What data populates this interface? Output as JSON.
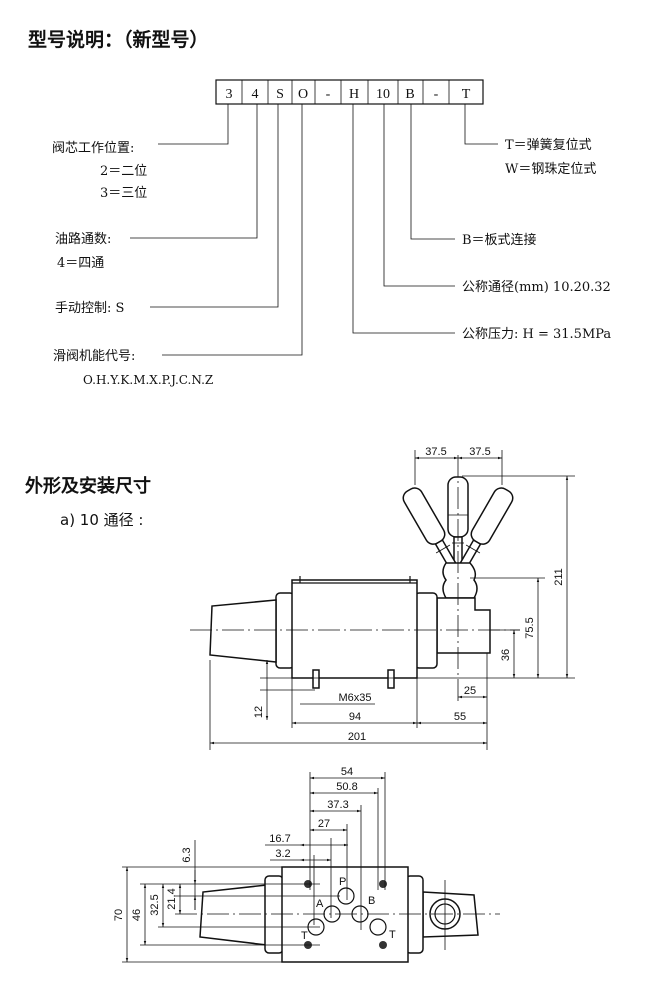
{
  "title": "型号说明：（新型号）",
  "model_code": [
    "3",
    "4",
    "S",
    "O",
    "-",
    "H",
    "10",
    "B",
    "-",
    "T"
  ],
  "legend_left": {
    "positions_label": "阀芯工作位置:",
    "positions_2": "2＝二位",
    "positions_3": "3＝三位",
    "ways_label": "油路通数:",
    "ways_4": "4＝四通",
    "control_label": "手动控制:  S",
    "spool_label": "滑阀机能代号:",
    "spool_values": "O.H.Y.K.M.X.P.J.C.N.Z"
  },
  "legend_right": {
    "return_T": "T＝弹簧复位式",
    "return_W": "W＝钢珠定位式",
    "mount_B": "B＝板式连接",
    "nominal_size": "公称通径(mm)   10.20.32",
    "nominal_pressure": "公称压力:  H = 31.5MPa"
  },
  "section_title": "外形及安装尺寸",
  "subsection_title": "a) 10 通径 :",
  "side_view_dims": {
    "handle_left": "37.5",
    "handle_right": "37.5",
    "height_total": "211",
    "height_top": "75.5",
    "height_center": "36",
    "offset_handle": "25",
    "right_len": "55",
    "body_len": "94",
    "total_len": "201",
    "screw": "M6x35",
    "screw_height": "12"
  },
  "top_view_dims": {
    "w54": "54",
    "w50_8": "50.8",
    "w37_3": "37.3",
    "w27": "27",
    "w16_7": "16.7",
    "w3_2": "3.2",
    "h70": "70",
    "h46": "46",
    "h32_5": "32.5",
    "h21_4": "21.4",
    "h6_3": "6.3"
  },
  "ports": {
    "p": "P",
    "a": "A",
    "b": "B",
    "t1": "T",
    "t2": "T"
  }
}
